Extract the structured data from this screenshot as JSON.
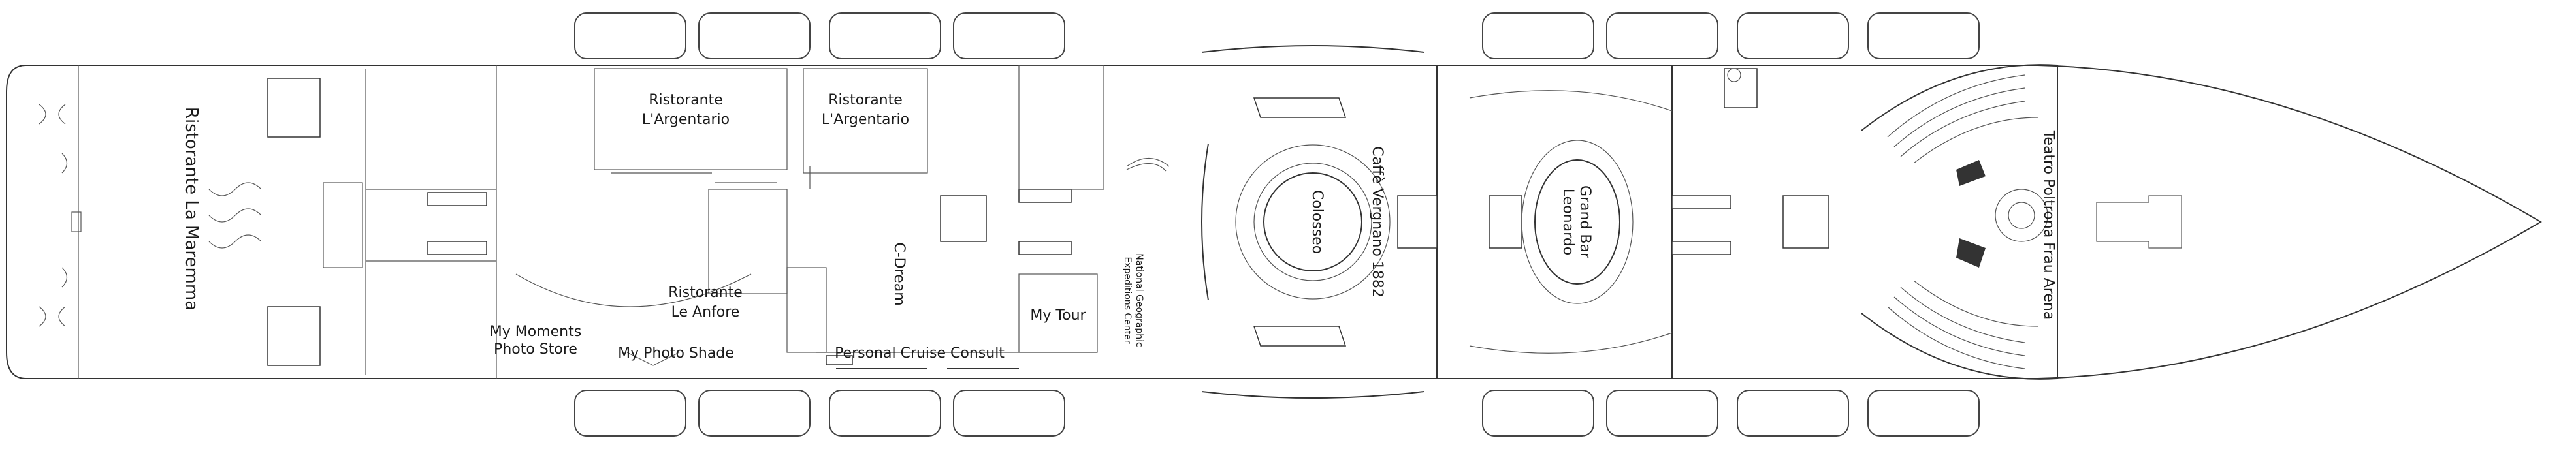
{
  "labels": {
    "ristorante_la_maremma": "Ristorante La Maremma",
    "ristorante_argentario_1_line1": "Ristorante",
    "ristorante_argentario_1_line2": "L'Argentario",
    "ristorante_argentario_2_line1": "Ristorante",
    "ristorante_argentario_2_line2": "L'Argentario",
    "ristorante_le_anfore_line1": "Ristorante",
    "ristorante_le_anfore_line2": "Le Anfore",
    "c_dream": "C-Dream",
    "my_tour": "My Tour",
    "my_moments_line1": "My Moments",
    "my_moments_line2": "Photo Store",
    "my_photo_shade": "My Photo Shade",
    "personal_cruise_consult": "Personal Cruise Consult",
    "national_geographic_line1": "National Geographic",
    "national_geographic_line2": "Expeditions Center",
    "colosseo": "Colosseo",
    "caffe_vergnano": "Caffè Vergnano 1882",
    "grand_bar_line1": "Grand Bar",
    "grand_bar_line2": "Leonardo",
    "teatro": "Teatro Poltrona Frau Arena"
  }
}
